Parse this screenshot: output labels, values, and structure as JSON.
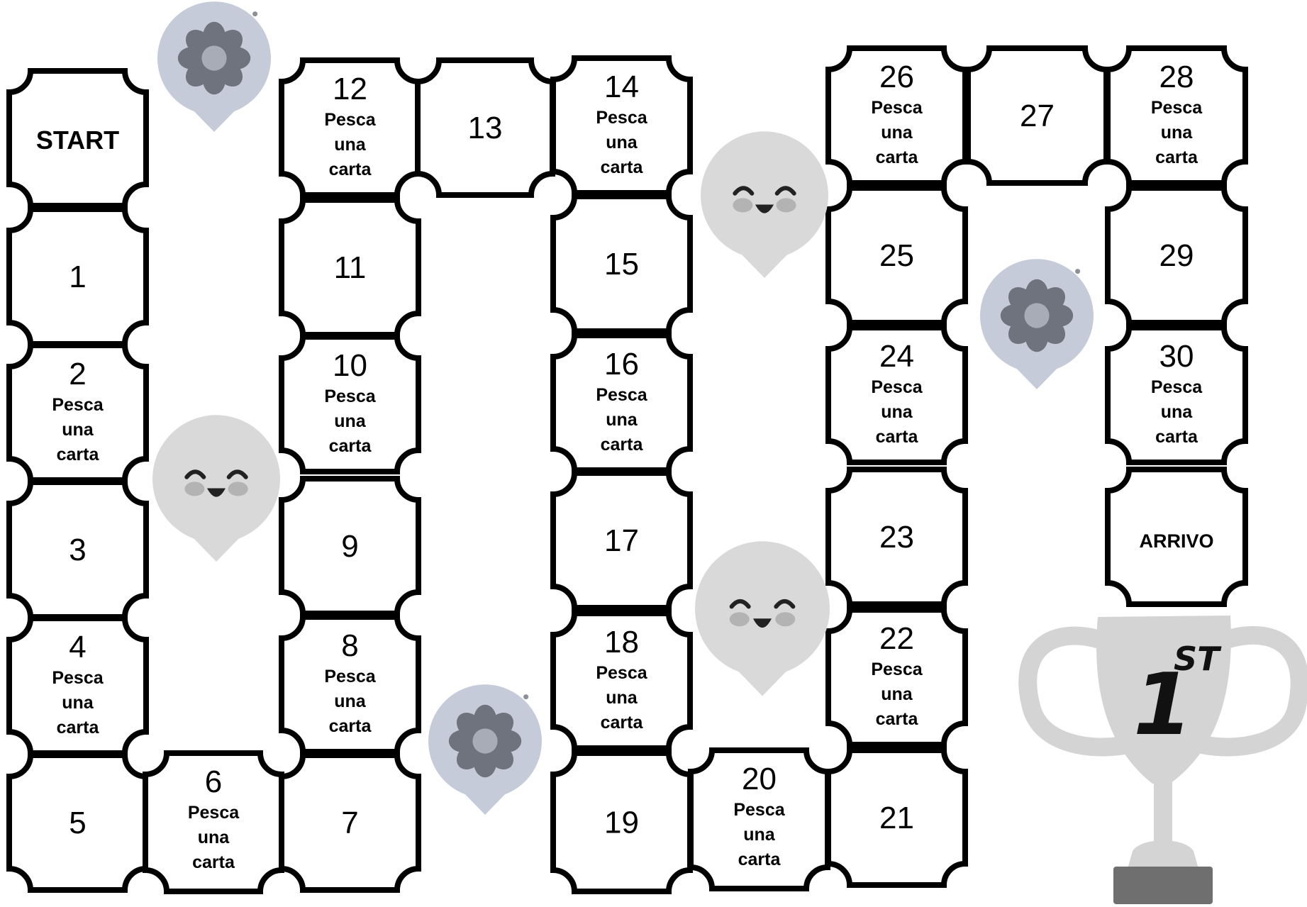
{
  "board": {
    "sub_label": [
      "Pesca",
      "una",
      "carta"
    ],
    "tiles": [
      {
        "id": "start",
        "label": "START",
        "sub": false
      },
      {
        "id": "1",
        "label": "1",
        "sub": false
      },
      {
        "id": "2",
        "label": "2",
        "sub": true
      },
      {
        "id": "3",
        "label": "3",
        "sub": false
      },
      {
        "id": "4",
        "label": "4",
        "sub": true
      },
      {
        "id": "5",
        "label": "5",
        "sub": false
      },
      {
        "id": "6",
        "label": "6",
        "sub": true
      },
      {
        "id": "7",
        "label": "7",
        "sub": false
      },
      {
        "id": "8",
        "label": "8",
        "sub": true
      },
      {
        "id": "9",
        "label": "9",
        "sub": false
      },
      {
        "id": "10",
        "label": "10",
        "sub": true
      },
      {
        "id": "11",
        "label": "11",
        "sub": false
      },
      {
        "id": "12",
        "label": "12",
        "sub": true
      },
      {
        "id": "13",
        "label": "13",
        "sub": false
      },
      {
        "id": "14",
        "label": "14",
        "sub": true
      },
      {
        "id": "15",
        "label": "15",
        "sub": false
      },
      {
        "id": "16",
        "label": "16",
        "sub": true
      },
      {
        "id": "17",
        "label": "17",
        "sub": false
      },
      {
        "id": "18",
        "label": "18",
        "sub": true
      },
      {
        "id": "19",
        "label": "19",
        "sub": false
      },
      {
        "id": "20",
        "label": "20",
        "sub": true
      },
      {
        "id": "21",
        "label": "21",
        "sub": false
      },
      {
        "id": "22",
        "label": "22",
        "sub": true
      },
      {
        "id": "23",
        "label": "23",
        "sub": false
      },
      {
        "id": "24",
        "label": "24",
        "sub": true
      },
      {
        "id": "25",
        "label": "25",
        "sub": false
      },
      {
        "id": "26",
        "label": "26",
        "sub": true
      },
      {
        "id": "27",
        "label": "27",
        "sub": false
      },
      {
        "id": "28",
        "label": "28",
        "sub": true
      },
      {
        "id": "29",
        "label": "29",
        "sub": false
      },
      {
        "id": "30",
        "label": "30",
        "sub": true
      },
      {
        "id": "arrivo",
        "label": "ARRIVO",
        "sub": false
      }
    ]
  },
  "decorations": [
    {
      "type": "flower-bubble-icon",
      "color": "#c5cbd8"
    },
    {
      "type": "smiley-bubble-icon",
      "color": "#d9d9d9"
    },
    {
      "type": "smiley-bubble-icon",
      "color": "#d9d9d9"
    },
    {
      "type": "flower-bubble-icon",
      "color": "#c5cbd8"
    },
    {
      "type": "smiley-bubble-icon",
      "color": "#d9d9d9"
    },
    {
      "type": "flower-bubble-icon",
      "color": "#c5cbd8"
    }
  ],
  "trophy": {
    "text": "1",
    "superscript": "ST",
    "color": "#d4d4d4",
    "base_color": "#6f6f6f"
  },
  "colors": {
    "tile_border": "#000000",
    "tile_fill": "#ffffff",
    "flower_petal": "#6e737d",
    "flower_center": "#a7acb6"
  }
}
